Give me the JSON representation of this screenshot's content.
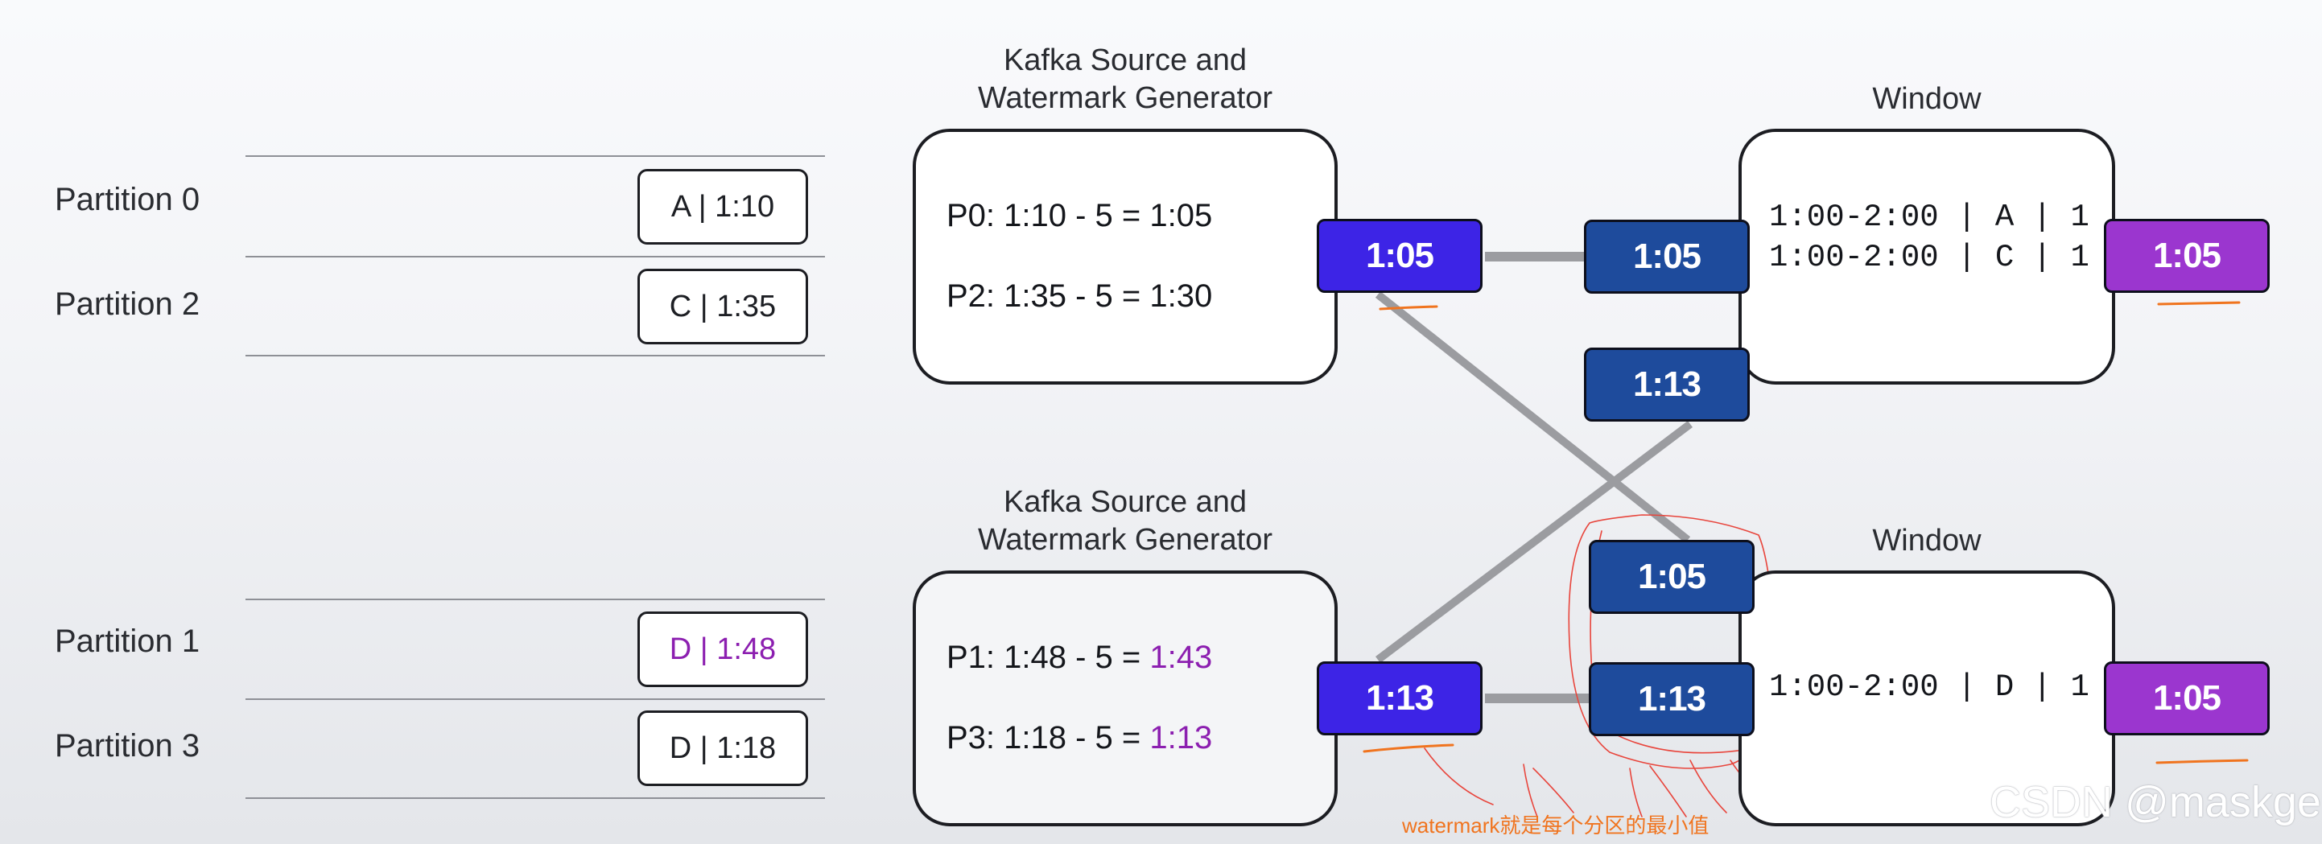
{
  "partitions": [
    {
      "label": "Partition 0",
      "event": "A | 1:10",
      "late": false
    },
    {
      "label": "Partition 2",
      "event": "C | 1:35",
      "late": false
    },
    {
      "label": "Partition 1",
      "event": "D | 1:48",
      "late": true
    },
    {
      "label": "Partition 3",
      "event": "D | 1:18",
      "late": false
    }
  ],
  "sources": [
    {
      "title": "Kafka Source and\nWatermark Generator",
      "lines": [
        {
          "prefix": "P0: 1:10 - 5 = ",
          "value": "1:05",
          "late": false
        },
        {
          "prefix": "P2: 1:35 - 5 = ",
          "value": "1:30",
          "late": false
        }
      ],
      "output_watermark": "1:05"
    },
    {
      "title": "Kafka Source and\nWatermark Generator",
      "lines": [
        {
          "prefix": "P1: 1:48 - 5 = ",
          "value": "1:43",
          "late": true
        },
        {
          "prefix": "P3: 1:18 - 5 = ",
          "value": "1:13",
          "late": true
        }
      ],
      "output_watermark": "1:13"
    }
  ],
  "windows": [
    {
      "title": "Window",
      "rows": [
        "1:00-2:00 | A | 1",
        "1:00-2:00 | C | 1"
      ],
      "input_watermarks": [
        "1:05",
        "1:13"
      ],
      "output_watermark": "1:05"
    },
    {
      "title": "Window",
      "rows": [
        "1:00-2:00 | D | 1"
      ],
      "input_watermarks": [
        "1:05",
        "1:13"
      ],
      "output_watermark": "1:05"
    }
  ],
  "annotation": "watermark就是每个分区的最小值",
  "site_watermark": "CSDN @maskge",
  "colors": {
    "source_watermark": "#3d24e6",
    "window_input_watermark": "#1e4b9c",
    "window_output_watermark": "#9b36cf",
    "late_text": "#8c1fb0",
    "annotation": "#f0741f",
    "connector": "#9b9ca0"
  }
}
